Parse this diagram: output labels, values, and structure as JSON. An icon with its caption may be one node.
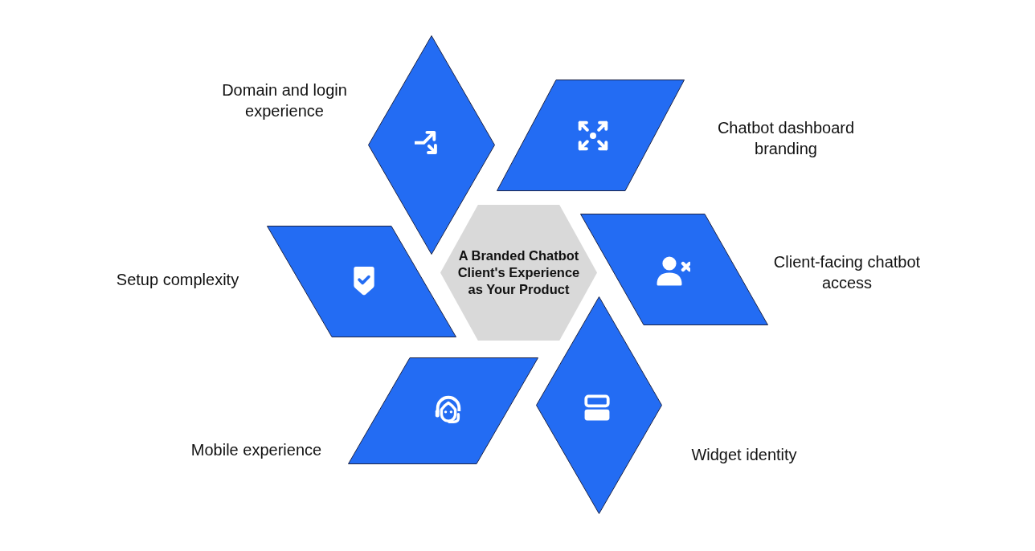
{
  "diagram": {
    "nodes": [
      {
        "text": [
          "A Branded Chatbot Client's Experience as Your Product"
        ]
      },
      {
        "text": [],
        "shape": "diamond",
        "beside": [
          "Domain and login experience"
        ]
      },
      {
        "text": [],
        "shape": "parallelogram",
        "beside": [
          "Chatbot dashboard branding"
        ]
      },
      {
        "text": [],
        "shape": "parallelogram",
        "beside": [
          "Client-facing chatbot access"
        ]
      },
      {
        "text": [],
        "shape": "diamond",
        "beside": [
          "Widget identity"
        ]
      },
      {
        "text": [],
        "shape": "parallelogram",
        "beside": [
          "Mobile experience"
        ]
      },
      {
        "text": [],
        "shape": "parallelogram",
        "beside": [
          "Setup complexity"
        ]
      }
    ]
  }
}
